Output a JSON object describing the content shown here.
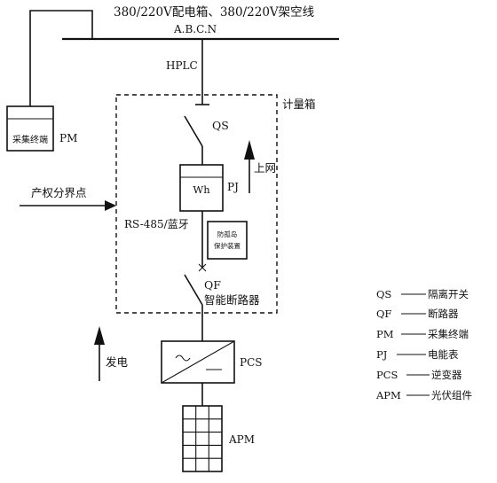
{
  "header": {
    "line1": "380/220V配电箱、380/220V架空线",
    "line2": "A.B.C.N"
  },
  "hplc": "HPLC",
  "meter_box": "计量箱",
  "pm_device": "采集终端",
  "pm_label": "PM",
  "qs_label": "QS",
  "wh_label": "Wh",
  "pj_label": "PJ",
  "up_grid": "上网",
  "boundary": "产权分界点",
  "rs485": "RS-485/蓝牙",
  "anti_island": [
    "防孤岛",
    "保护装置"
  ],
  "qf_label": "QF",
  "breaker_label": "智能断路器",
  "gen_label": "发电",
  "pcs_label": "PCS",
  "apm_label": "APM",
  "legend": [
    {
      "code": "QS",
      "desc": "隔离开关"
    },
    {
      "code": "QF",
      "desc": "断路器"
    },
    {
      "code": "PM",
      "desc": "采集终端"
    },
    {
      "code": "PJ",
      "desc": "电能表"
    },
    {
      "code": "PCS",
      "desc": "逆变器"
    },
    {
      "code": "APM",
      "desc": "光伏组件"
    }
  ]
}
